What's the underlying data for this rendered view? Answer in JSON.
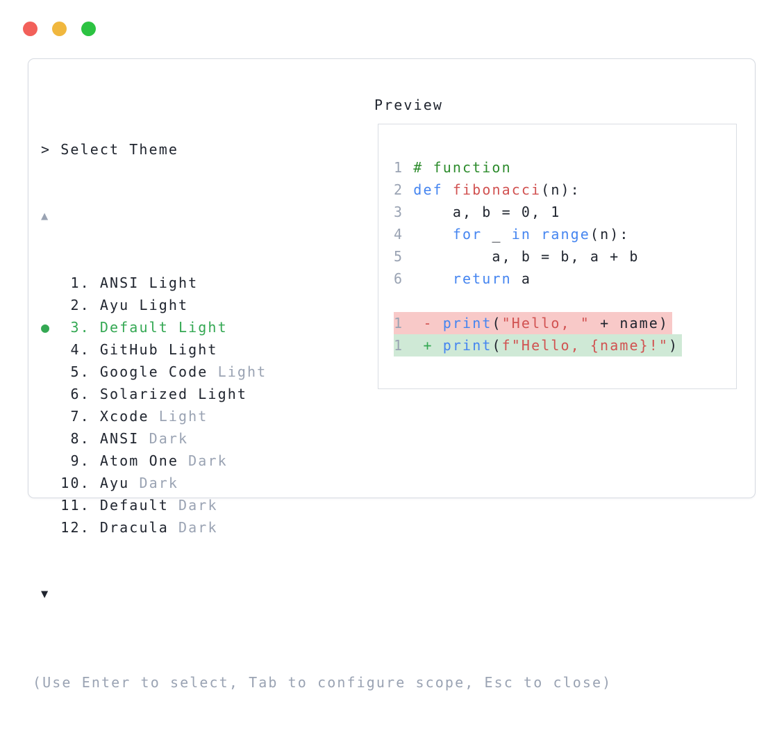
{
  "window": {
    "traffic_lights": [
      {
        "name": "close",
        "color": "#f2605a"
      },
      {
        "name": "minimize",
        "color": "#f0b73e"
      },
      {
        "name": "zoom",
        "color": "#2cc342"
      }
    ]
  },
  "theme_picker": {
    "prompt": "> Select Theme",
    "scroll_up_indicator": "▲",
    "scroll_down_indicator": "▼",
    "selected_bullet": "●",
    "items": [
      {
        "number": "1",
        "selected": false,
        "segments": [
          {
            "text": "ANSI Light",
            "style": "normal"
          }
        ]
      },
      {
        "number": "2",
        "selected": false,
        "segments": [
          {
            "text": "Ayu Light",
            "style": "normal"
          }
        ]
      },
      {
        "number": "3",
        "selected": true,
        "segments": [
          {
            "text": "Default Light",
            "style": "normal"
          }
        ]
      },
      {
        "number": "4",
        "selected": false,
        "segments": [
          {
            "text": "GitHub Light",
            "style": "normal"
          }
        ]
      },
      {
        "number": "5",
        "selected": false,
        "segments": [
          {
            "text": "Google Code ",
            "style": "normal"
          },
          {
            "text": "Light",
            "style": "dim"
          }
        ]
      },
      {
        "number": "6",
        "selected": false,
        "segments": [
          {
            "text": "Solarized Light",
            "style": "normal"
          }
        ]
      },
      {
        "number": "7",
        "selected": false,
        "segments": [
          {
            "text": "Xcode ",
            "style": "normal"
          },
          {
            "text": "Light",
            "style": "dim"
          }
        ]
      },
      {
        "number": "8",
        "selected": false,
        "segments": [
          {
            "text": "ANSI ",
            "style": "normal"
          },
          {
            "text": "Dark",
            "style": "dim"
          }
        ]
      },
      {
        "number": "9",
        "selected": false,
        "segments": [
          {
            "text": "Atom One ",
            "style": "normal"
          },
          {
            "text": "Dark",
            "style": "dim"
          }
        ]
      },
      {
        "number": "10",
        "selected": false,
        "segments": [
          {
            "text": "Ayu ",
            "style": "normal"
          },
          {
            "text": "Dark",
            "style": "dim"
          }
        ]
      },
      {
        "number": "11",
        "selected": false,
        "segments": [
          {
            "text": "Default ",
            "style": "normal"
          },
          {
            "text": "Dark",
            "style": "dim"
          }
        ]
      },
      {
        "number": "12",
        "selected": false,
        "segments": [
          {
            "text": "Dracula ",
            "style": "normal"
          },
          {
            "text": "Dark",
            "style": "dim"
          }
        ]
      }
    ],
    "hint": "(Use Enter to select, Tab to configure scope, Esc to close)"
  },
  "preview": {
    "label": "Preview",
    "code_lines": [
      {
        "num": "1",
        "tokens": [
          {
            "t": "# function",
            "c": "comment"
          }
        ]
      },
      {
        "num": "2",
        "tokens": [
          {
            "t": "def",
            "c": "kw"
          },
          {
            "t": " ",
            "c": "plain"
          },
          {
            "t": "fibonacci",
            "c": "fn"
          },
          {
            "t": "(n):",
            "c": "plain"
          }
        ]
      },
      {
        "num": "3",
        "tokens": [
          {
            "t": "    a, b = 0, 1",
            "c": "plain"
          }
        ]
      },
      {
        "num": "4",
        "tokens": [
          {
            "t": "    ",
            "c": "plain"
          },
          {
            "t": "for",
            "c": "kw"
          },
          {
            "t": " _ ",
            "c": "plain"
          },
          {
            "t": "in",
            "c": "kw"
          },
          {
            "t": " ",
            "c": "plain"
          },
          {
            "t": "range",
            "c": "kw"
          },
          {
            "t": "(n):",
            "c": "plain"
          }
        ]
      },
      {
        "num": "5",
        "tokens": [
          {
            "t": "        a, b = b, a + b",
            "c": "plain"
          }
        ]
      },
      {
        "num": "6",
        "tokens": [
          {
            "t": "    ",
            "c": "plain"
          },
          {
            "t": "return",
            "c": "kw"
          },
          {
            "t": " a",
            "c": "plain"
          }
        ]
      },
      {
        "blank": true
      },
      {
        "num": "1",
        "diff": "del",
        "tokens": [
          {
            "t": " ",
            "c": "plain"
          },
          {
            "t": "-",
            "c": "fn"
          },
          {
            "t": " ",
            "c": "plain"
          },
          {
            "t": "print",
            "c": "kw"
          },
          {
            "t": "(",
            "c": "plain"
          },
          {
            "t": "\"Hello, \"",
            "c": "str"
          },
          {
            "t": " + name)",
            "c": "plain"
          }
        ]
      },
      {
        "num": "1",
        "diff": "add",
        "tokens": [
          {
            "t": " ",
            "c": "plain"
          },
          {
            "t": "+",
            "c": "add"
          },
          {
            "t": " ",
            "c": "plain"
          },
          {
            "t": "print",
            "c": "kw"
          },
          {
            "t": "(",
            "c": "plain"
          },
          {
            "t": "f\"Hello, {name}!\"",
            "c": "str"
          },
          {
            "t": ")",
            "c": "plain"
          }
        ]
      }
    ]
  },
  "colors": {
    "text": "#20252f",
    "dim": "#9aa3b3",
    "selected_green": "#34a853",
    "comment_green": "#2d8c2d",
    "keyword_blue": "#4585f0",
    "name_red": "#d15251",
    "diff_del_bg": "#f8c9c8",
    "diff_add_bg": "#cfe9d6",
    "panel_border": "#d6dae1"
  }
}
